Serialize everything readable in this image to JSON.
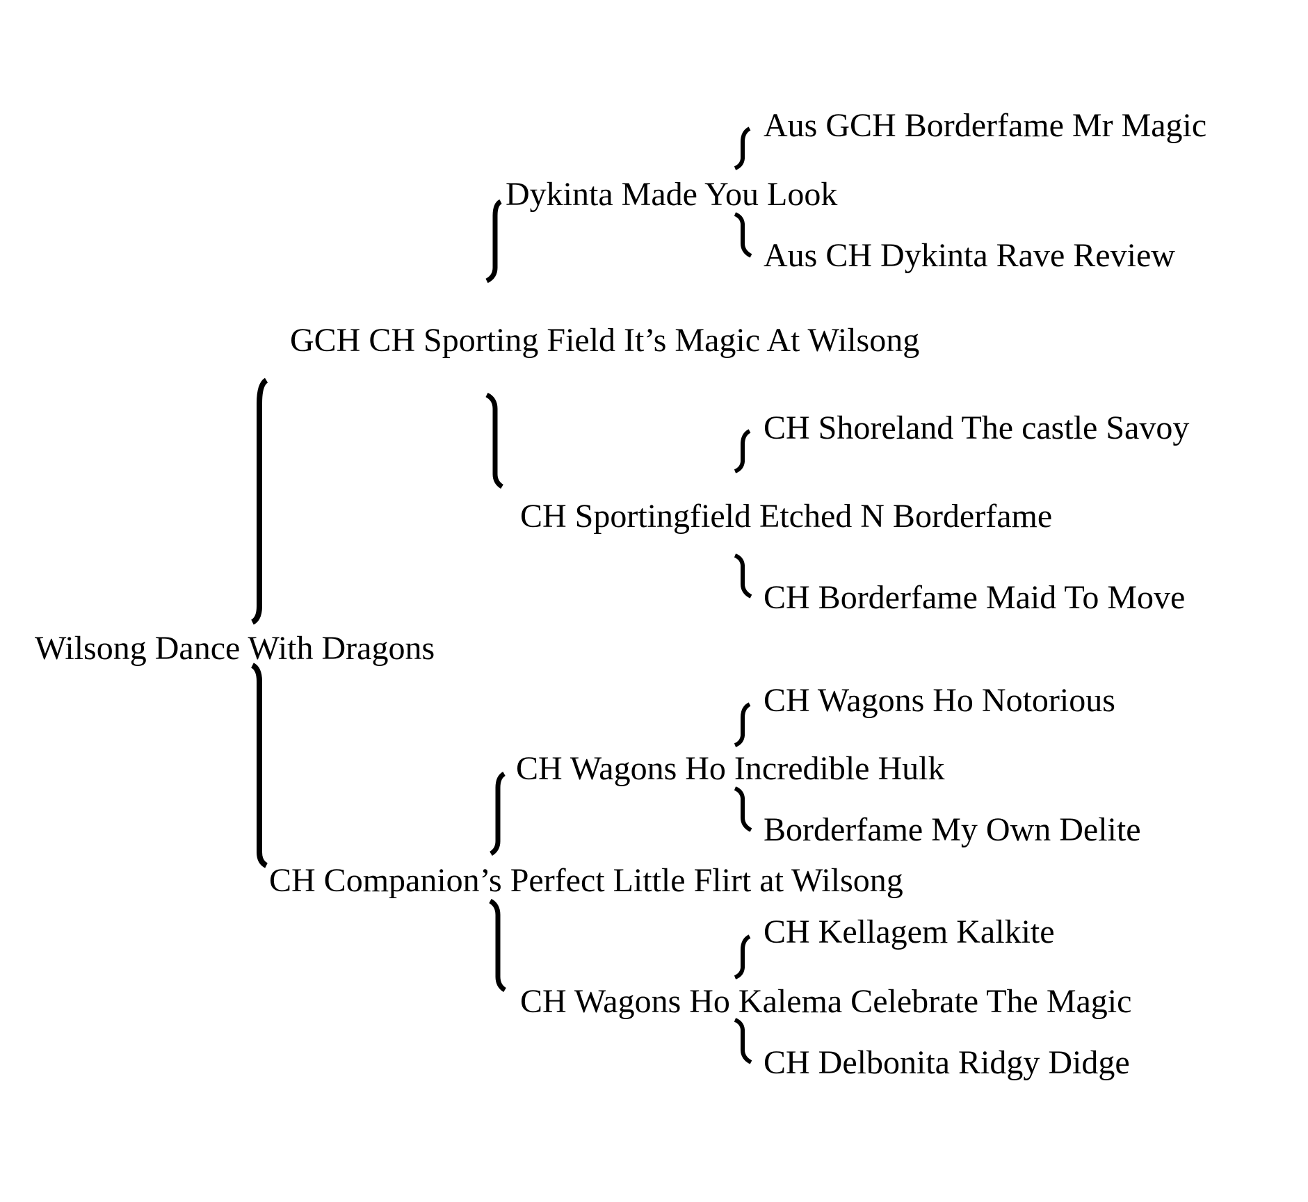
{
  "pedigree": {
    "dog": "Wilsong Dance With Dragons",
    "sire": {
      "name": "GCH CH Sporting Field It’s Magic At Wilsong",
      "sire": {
        "name": "Dykinta Made You Look",
        "sire": "Aus GCH Borderfame Mr Magic",
        "dam": "Aus CH Dykinta Rave Review"
      },
      "dam": {
        "name": "CH Sportingfield Etched N Borderfame",
        "sire": "CH Shoreland The castle Savoy",
        "dam": "CH Borderfame Maid To Move"
      }
    },
    "dam": {
      "name": "CH Companion’s Perfect Little Flirt at Wilsong",
      "sire": {
        "name": "CH Wagons Ho Incredible Hulk",
        "sire": "CH Wagons Ho Notorious",
        "dam": "Borderfame My Own Delite"
      },
      "dam": {
        "name": "CH Wagons Ho Kalema Celebrate The Magic",
        "sire": "CH Kellagem Kalkite",
        "dam": "CH Delbonita Ridgy Didge"
      }
    }
  }
}
